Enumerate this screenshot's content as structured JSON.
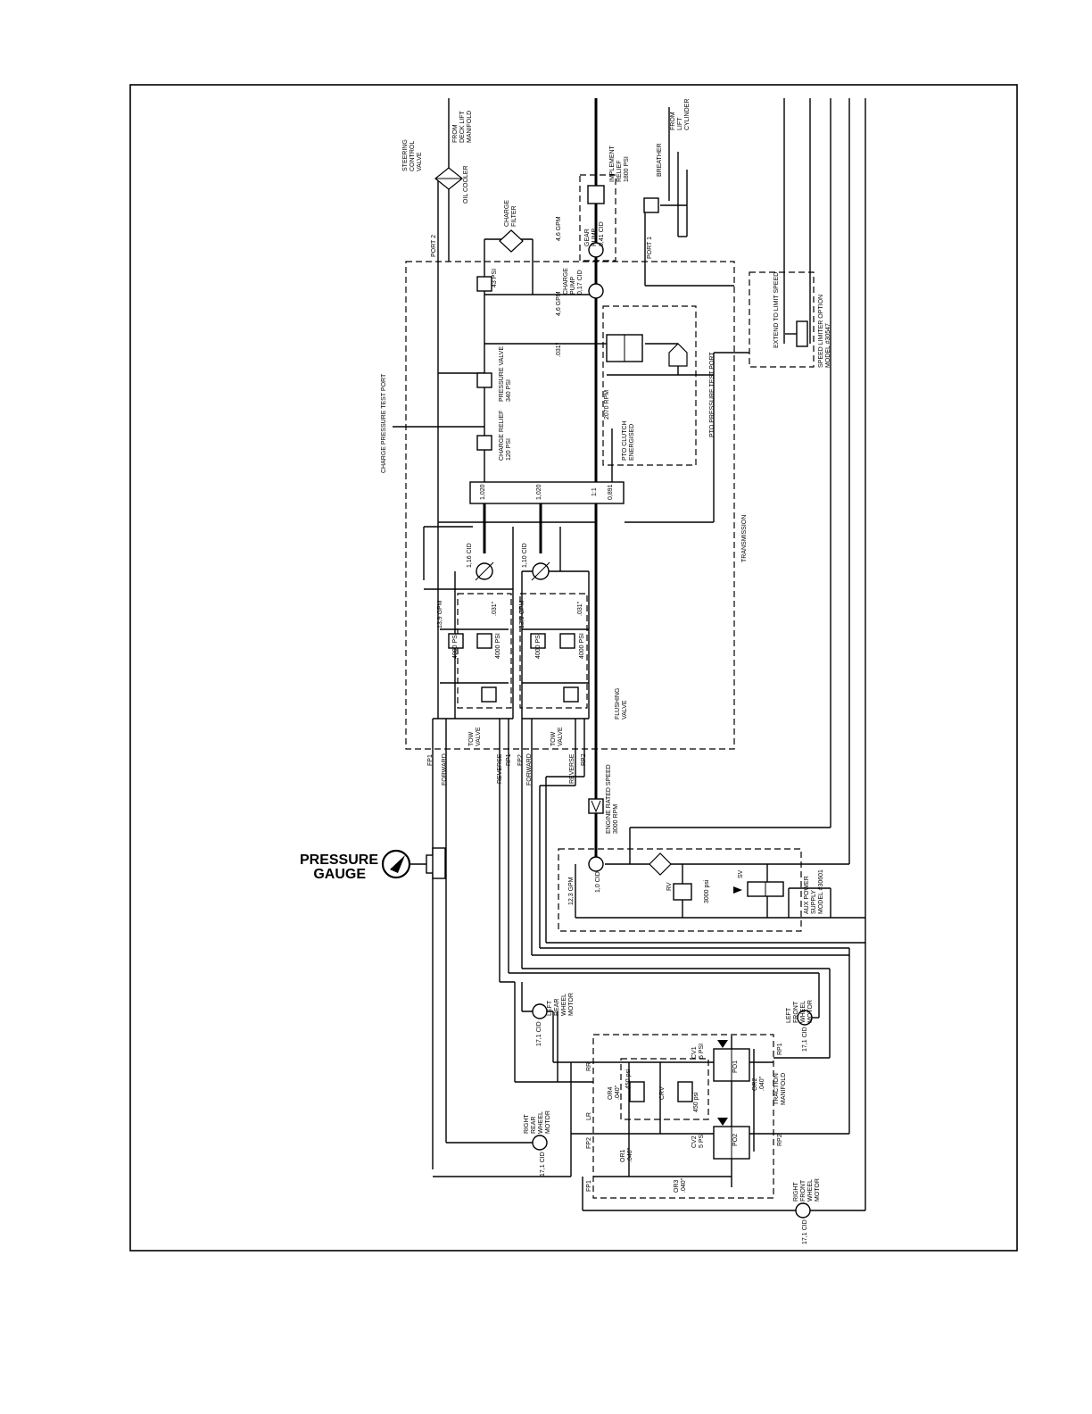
{
  "labels": {
    "from_deck_lift_manifold": [
      "FROM",
      "DECK LIFT",
      "MANIFOLD"
    ],
    "steering_control_valve": [
      "STEERING",
      "CONTROL",
      "VALVE"
    ],
    "oil_cooler": "OIL COOLER",
    "implement_relief": [
      "IMPLEMENT",
      "RELIEF",
      "1800 PSI"
    ],
    "from_lift_cylinder": [
      "FROM",
      "LIFT",
      "CYLINDER"
    ],
    "breather": "BREATHER",
    "gear_pump": [
      "GEAR",
      "PUMP",
      "0,41 CID"
    ],
    "gpm_46_a": "4,6 GPM",
    "charge_filter": [
      "CHARGE",
      "FILTER"
    ],
    "port_2": "PORT 2",
    "port_1": "PORT 1",
    "charge_pump": [
      "CHARGE",
      "PUMP",
      "0,17 CID"
    ],
    "gpm_46_b": "4,6 GPM",
    "psi_43": "43 PSI",
    "orifice_031_a": ".031\"",
    "pressure_valve": [
      "PRESSURE VALVE",
      "340 PSI"
    ],
    "charge_relief": [
      "CHARGE RELIEF",
      "120 PSI"
    ],
    "charge_pressure_test_port": "CHARGE PRESSURE TEST PORT",
    "rpm_2070": "2070 RPM",
    "pto_clutch": [
      "PTO CLUTCH",
      "ENERGISED"
    ],
    "pto_pressure_test_port": "PTO PRESSURE TEST PORT",
    "extend_to_limit_speed": "EXTEND TO LIMIT SPEED",
    "speed_limiter": [
      "SPEED LIMITER OPTION",
      "MODEL #30547"
    ],
    "ratio_1020_a": "1,020",
    "ratio_1020_b": "1,020",
    "ratio_1_1": "1:1",
    "ratio_0891": "0,891",
    "transmission": "TRANSMISSION",
    "cid_116": "1,16 CID",
    "cid_110": "1,10 CID",
    "gpm_139_a": "13,9 GPM",
    "gpm_139_b": "13,9 GPM",
    "orifice_031_b": ".031\"",
    "orifice_031_c": ".031\"",
    "psi_4000_a": "4000 PSI",
    "psi_4000_b": "4000 PSI",
    "psi_4000_c": "4000 PSI",
    "psi_4000_d": "4000 PSI",
    "tow_valve_a": [
      "TOW",
      "VALVE"
    ],
    "tow_valve_b": [
      "TOW",
      "VALVE"
    ],
    "flushing_valve": [
      "FLUSHING",
      "VALVE"
    ],
    "fp1": "FP1",
    "forward_a": "FORWARD",
    "reverse_a": "REVERSE",
    "rp1": "RP1",
    "fp2": "FP2",
    "forward_b": "FORWARD",
    "reverse_b": "REVERSE",
    "rp2": "RP2",
    "engine_rated_speed": [
      "ENGINE RATED SPEED",
      "3000 RPM"
    ],
    "pressure_gauge": [
      "PRESSURE",
      "GAUGE"
    ],
    "aux_cid": "1,0 CID",
    "aux_gpm": "12,3 GPM",
    "rv": "RV",
    "psi_3000": "3000 psi",
    "sv": "SV",
    "aux_power_supply": [
      "AUX POWER",
      "SUPPLY",
      "MODEL #30601"
    ],
    "left_rear_wheel_motor": [
      "LEFT",
      "REAR",
      "WHEEL",
      "MOTOR"
    ],
    "left_rear_cid": "17,1 CID",
    "left_front_wheel_motor": [
      "LEFT",
      "FRONT",
      "WHEEL",
      "MOTOR"
    ],
    "left_front_cid": "17,1 CID",
    "cv1": [
      "CV1",
      "5 PSI"
    ],
    "cv2": [
      "CV2",
      "5 PSI"
    ],
    "po1": "PO1",
    "po2": "PO2",
    "rr": "RR",
    "lr": "LR",
    "or4": [
      "OR4",
      ".040\""
    ],
    "or2": [
      "OR2",
      ".040\""
    ],
    "or1": [
      "OR1",
      ".040\""
    ],
    "or3": [
      "OR3",
      ".040\""
    ],
    "crv": "CRV",
    "psi_450_a": "450 psi",
    "psi_450_b": "450 psi",
    "traction_manifold": [
      "TRACTION",
      "MANIFOLD"
    ],
    "rp1_m": "RP1",
    "rp2_m": "RP2",
    "fp2_m": "FP2",
    "fp1_m": "FP1",
    "right_rear_wheel_motor": [
      "RIGHT",
      "REAR",
      "WHEEL",
      "MOTOR"
    ],
    "right_rear_cid": "17,1 CID",
    "right_front_wheel_motor": [
      "RIGHT",
      "FRONT",
      "WHEEL",
      "MOTOR"
    ],
    "right_front_cid": "17,1 CID"
  }
}
